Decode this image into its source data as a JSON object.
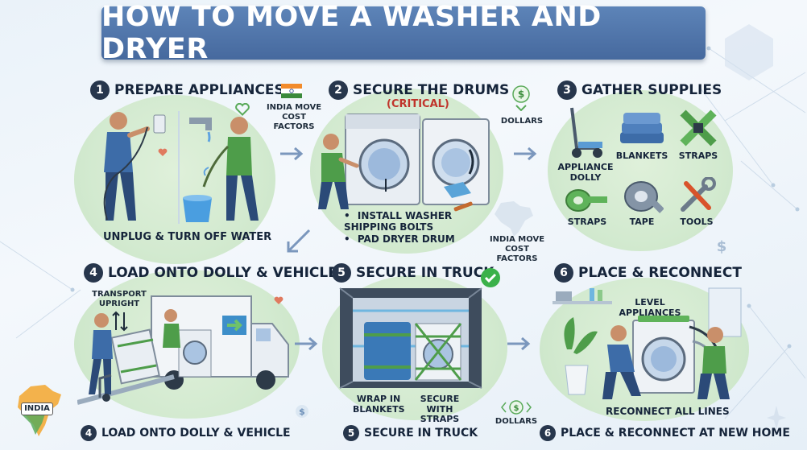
{
  "title": "HOW TO MOVE A WASHER AND DRYER",
  "steps": [
    {
      "num": "1",
      "label": "PREPARE APPLIANCES",
      "caption": "UNPLUG & TURN OFF WATER"
    },
    {
      "num": "2",
      "label": "SECURE THE DRUMS",
      "sub": "(CRITICAL)",
      "bullets": [
        "INSTALL WASHER SHIPPING BOLTS",
        "PAD DRYER DRUM"
      ]
    },
    {
      "num": "3",
      "label": "GATHER SUPPLIES",
      "supplies": [
        "APPLIANCE DOLLY",
        "BLANKETS",
        "STRAPS",
        "STRAPS",
        "TAPE",
        "TOOLS"
      ]
    },
    {
      "num": "4",
      "label": "LOAD ONTO DOLLY & VEHICLE",
      "note": "TRANSPORT UPRIGHT"
    },
    {
      "num": "5",
      "label": "SECURE IN TRUCK",
      "captions": [
        "WRAP IN BLANKETS",
        "SECURE WITH STRAPS"
      ]
    },
    {
      "num": "6",
      "label": "PLACE & RECONNECT",
      "note": "LEVEL APPLIANCES",
      "caption": "RECONNECT ALL LINES"
    }
  ],
  "bottom": [
    {
      "num": "4",
      "label": "LOAD ONTO DOLLY & VEHICLE"
    },
    {
      "num": "5",
      "label": "SECURE IN TRUCK"
    },
    {
      "num": "6",
      "label": "PLACE & RECONNECT AT NEW HOME"
    }
  ],
  "side_labels": {
    "india_cost_1": "INDIA MOVE COST FACTORS",
    "india_cost_2": "INDIA MOVE COST FACTORS",
    "dollars_1": "DOLLARS",
    "dollars_2": "DOLLARS",
    "india": "INDIA",
    "dollar_sign": "$"
  },
  "colors": {
    "banner": "#46699e",
    "panel": "#d3ead0",
    "dark": "#15243a",
    "accent_red": "#c0342b",
    "arrow": "#7b97bd",
    "shirt_green": "#4e9d4a",
    "shirt_blue": "#3d6ca8",
    "check_green": "#3bb14a"
  }
}
